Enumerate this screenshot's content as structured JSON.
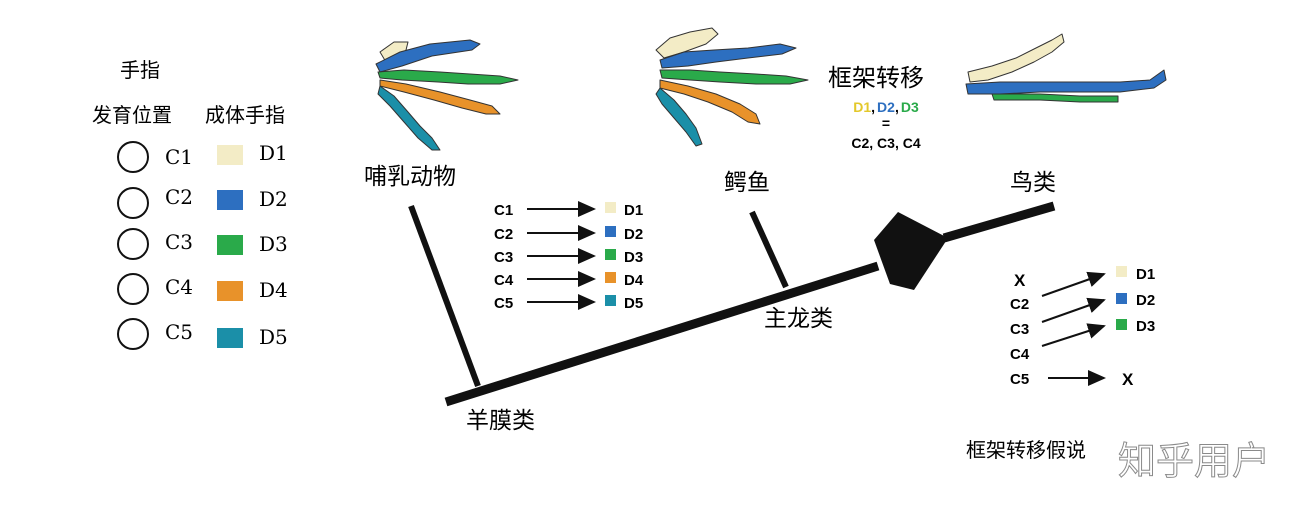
{
  "legend": {
    "title": "手指",
    "col_dev": "发育位置",
    "col_adult": "成体手指",
    "rows": [
      {
        "dev": "C1",
        "adult": "D1",
        "color": "#f3ecc6"
      },
      {
        "dev": "C2",
        "adult": "D2",
        "color": "#2d6fc0"
      },
      {
        "dev": "C3",
        "adult": "D3",
        "color": "#2aaa4a"
      },
      {
        "dev": "C4",
        "adult": "D4",
        "color": "#e8922a"
      },
      {
        "dev": "C5",
        "adult": "D5",
        "color": "#1b8fa8"
      }
    ]
  },
  "taxa": {
    "mammals": "哺乳动物",
    "crocodile": "鳄鱼",
    "birds": "鸟类",
    "archosaurs": "主龙类",
    "amniotes": "羊膜类"
  },
  "mammal_mapping": [
    {
      "from": "C1",
      "to": "D1",
      "color": "#f3ecc6"
    },
    {
      "from": "C2",
      "to": "D2",
      "color": "#2d6fc0"
    },
    {
      "from": "C3",
      "to": "D3",
      "color": "#2aaa4a"
    },
    {
      "from": "C4",
      "to": "D4",
      "color": "#e8922a"
    },
    {
      "from": "C5",
      "to": "D5",
      "color": "#1b8fa8"
    }
  ],
  "frame_shift": {
    "title": "框架转移",
    "d1": "D1",
    "sep1": ",",
    "d2": "D2",
    "sep2": ",",
    "d3": "D3",
    "equals": "=",
    "c_list": "C2, C3, C4",
    "colors": {
      "d1": "#e3c82a",
      "d2": "#2d6fc0",
      "d3": "#2aaa4a"
    }
  },
  "bird_mapping": {
    "x_top": "X",
    "rows": [
      {
        "from": "C2",
        "to": "D1",
        "color": "#f3ecc6"
      },
      {
        "from": "C3",
        "to": "D2",
        "color": "#2d6fc0"
      },
      {
        "from": "C4",
        "to": "D3",
        "color": "#2aaa4a"
      }
    ],
    "c5": "C5",
    "x_bottom": "X"
  },
  "caption": "框架转移假说",
  "watermark": "知乎用户"
}
